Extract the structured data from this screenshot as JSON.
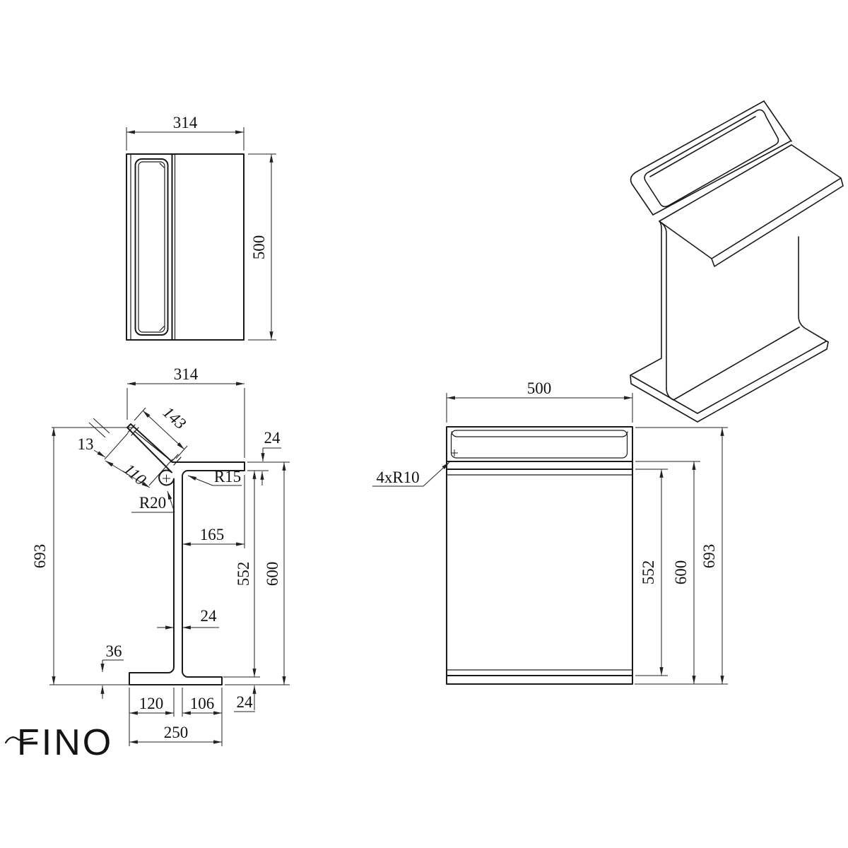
{
  "logo": "FINO",
  "drawing": {
    "top_view": {
      "dim_width": "314",
      "dim_height": "500"
    },
    "side_view": {
      "dim_width": "314",
      "dim_slant_length": "143",
      "dim_slant_thickness": "13",
      "dim_recess_length": "110",
      "dim_shelf_thickness": "24",
      "radius_inner": "R15",
      "radius_outer": "R20",
      "dim_shelf_depth": "165",
      "dim_web_clear_height": "552",
      "dim_shelf_height": "600",
      "dim_total_height": "693",
      "dim_web_thickness": "24",
      "dim_foot_lip_height": "36",
      "dim_foot_left": "120",
      "dim_foot_right": "106",
      "dim_foot_thickness": "24",
      "dim_foot_depth": "250"
    },
    "front_view": {
      "dim_width": "500",
      "corner_radius_note": "4xR10",
      "dim_web_clear_height": "552",
      "dim_shelf_height": "600",
      "dim_total_height": "693"
    }
  },
  "colors": {
    "line": "#1a1a1a",
    "background": "#ffffff"
  }
}
